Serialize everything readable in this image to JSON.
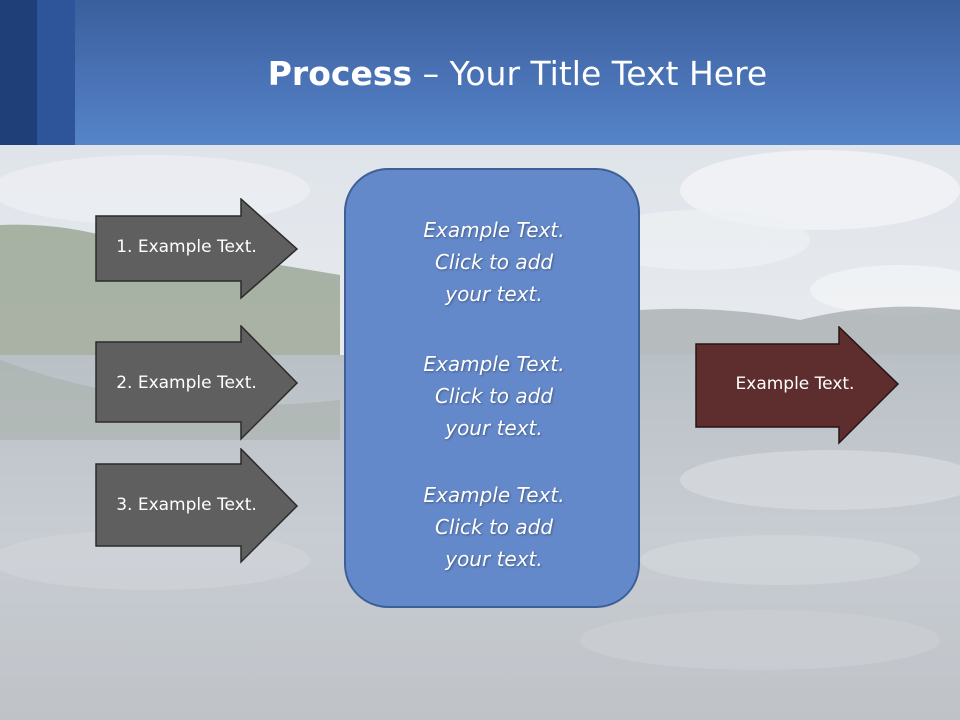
{
  "slide": {
    "title_bold": "Process",
    "title_rest": " – Your Title Text Here"
  },
  "inputs": [
    {
      "label": "1. Example Text."
    },
    {
      "label": "2. Example Text."
    },
    {
      "label": "3. Example Text."
    }
  ],
  "center": {
    "blocks": [
      {
        "line1": "Example Text.",
        "line2": "Click  to add",
        "line3": "your text."
      },
      {
        "line1": "Example Text.",
        "line2": "Click  to add",
        "line3": "your text."
      },
      {
        "line1": "Example Text.",
        "line2": "Click  to add",
        "line3": "your text."
      }
    ]
  },
  "output": {
    "label": "Example Text."
  },
  "colors": {
    "header": "#4a73b6",
    "input_arrow": "#5f5f5f",
    "center_box": "#6489cb",
    "output_arrow": "#5e2e2e"
  }
}
